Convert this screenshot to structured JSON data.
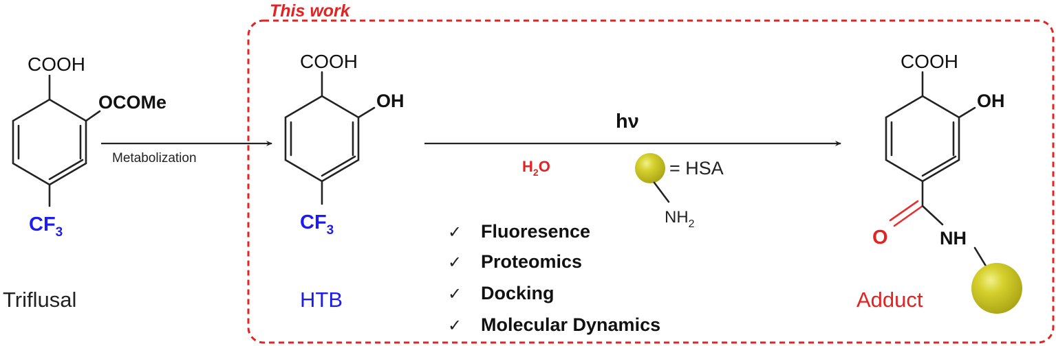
{
  "frame": {
    "heading": "This work",
    "border_color": "#e32222"
  },
  "triflusal": {
    "cooh": "COOH",
    "ester": "OCOMe",
    "cf": "CF",
    "cf_sub": "3",
    "name": "Triflusal"
  },
  "metabolization_arrow": {
    "label": "Metabolization"
  },
  "htb": {
    "cooh": "COOH",
    "oh": "OH",
    "cf": "CF",
    "cf_sub": "3",
    "name": "HTB"
  },
  "reaction_arrow": {
    "condition_top": "hν",
    "water_h": "H",
    "water_sub": "2",
    "water_o": "O"
  },
  "hsa_legend": {
    "equals_text": "= HSA",
    "amine_nh": "NH",
    "amine_sub": "2"
  },
  "checklist": {
    "mark": "✓",
    "items": [
      "Fluoresence",
      "Proteomics",
      "Docking",
      "Molecular Dynamics"
    ]
  },
  "adduct": {
    "cooh": "COOH",
    "oh": "OH",
    "carbonyl_o": "O",
    "nh": "NH",
    "name": "Adduct"
  },
  "colors": {
    "cf3_blue": "#1c1cf0",
    "red": "#e32222",
    "hsa_sphere": "#c8c31e",
    "text": "#111111"
  }
}
